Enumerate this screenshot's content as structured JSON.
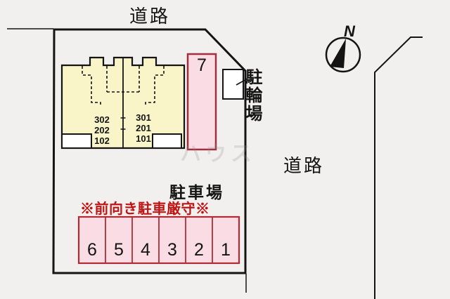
{
  "diagram_type": "site-plan",
  "labels": {
    "road_top": "道路",
    "road_right": "道路",
    "compass_north": "N",
    "bicycle_parking": "駐輪場",
    "parking_lot_title": "駐車場",
    "parking_warning": "※前向き駐車厳守※"
  },
  "building": {
    "rooms_left": [
      "302",
      "202",
      "102"
    ],
    "rooms_right": [
      "301",
      "201",
      "101"
    ]
  },
  "parking": {
    "space_7_label": "7",
    "space_labels": [
      "6",
      "5",
      "4",
      "3",
      "2",
      "1"
    ]
  },
  "watermark_text": "ハウス",
  "colors": {
    "background": "#f1f0ee",
    "outline": "#141414",
    "building_fill": "#f9f5c9",
    "parking_fill": "#fadce4",
    "parking_border": "#aa2f3d",
    "warning_red": "#c01414"
  },
  "icons": {
    "compass": "compass-north-icon"
  }
}
